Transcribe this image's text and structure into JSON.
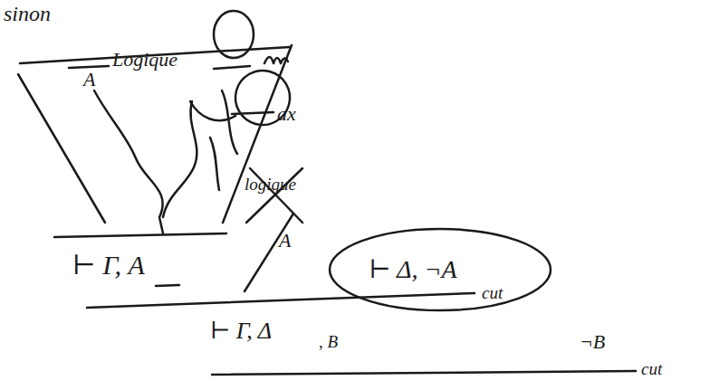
{
  "diagram": {
    "nodes": [
      {
        "text": [
          "⊢ Δ, ¬A"
        ]
      }
    ],
    "labels": [
      "sinon",
      "A",
      "Logique",
      "ax",
      "logique",
      "A",
      "⊢ Γ, A",
      "cut",
      "⊢ Γ, Δ",
      ", B",
      "¬B",
      "cut"
    ]
  }
}
